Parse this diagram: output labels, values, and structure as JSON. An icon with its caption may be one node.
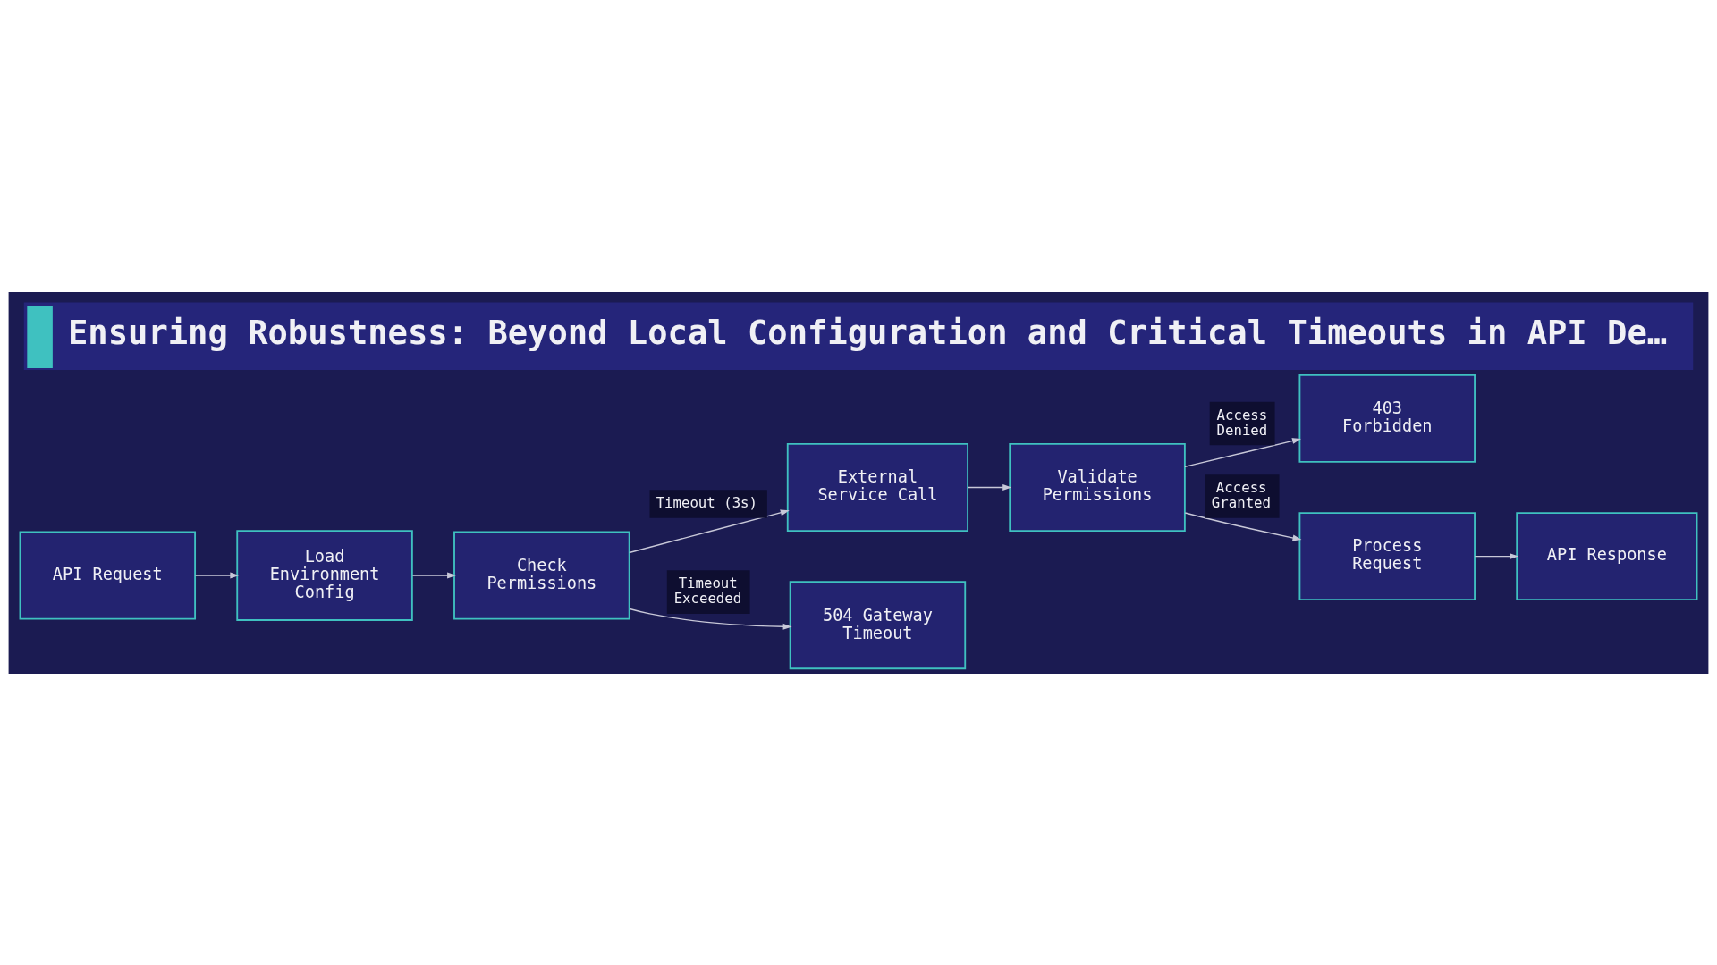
{
  "diagram": {
    "title": "Ensuring Robustness: Beyond Local Configuration and Critical Timeouts in API De…",
    "nodes": [
      {
        "text": [
          "API Request"
        ]
      },
      {
        "text": [
          "Load Environment Config"
        ]
      },
      {
        "text": [
          "Check Permissions"
        ]
      },
      {
        "text": [
          "External Service Call"
        ]
      },
      {
        "text": [
          "504 Gateway Timeout"
        ]
      },
      {
        "text": [
          "Validate Permissions"
        ]
      },
      {
        "text": [
          "403 Forbidden"
        ]
      },
      {
        "text": [
          "Process Request"
        ]
      },
      {
        "text": [
          "API Response"
        ]
      }
    ],
    "edges": [
      {
        "from": 0,
        "to": 1,
        "arrow": "to"
      },
      {
        "from": 1,
        "to": 2,
        "arrow": "to"
      },
      {
        "from": 2,
        "to": 3,
        "arrow": "to",
        "label": "Timeout (3s)"
      },
      {
        "from": 2,
        "to": 4,
        "arrow": "to",
        "label": "Timeout Exceeded"
      },
      {
        "from": 3,
        "to": 5,
        "arrow": "to"
      },
      {
        "from": 5,
        "to": 6,
        "arrow": "to",
        "label": "Access Denied"
      },
      {
        "from": 5,
        "to": 7,
        "arrow": "to",
        "label": "Access Granted"
      },
      {
        "from": 7,
        "to": 8,
        "arrow": "to"
      }
    ]
  }
}
